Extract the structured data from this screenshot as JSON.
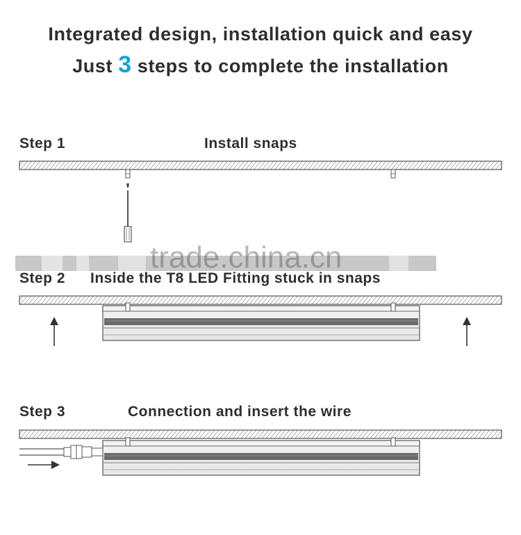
{
  "header": {
    "line1": "Integrated design, installation quick and easy",
    "line2_before": "Just ",
    "line2_number": "3",
    "line2_after": " steps to complete the installation"
  },
  "steps": [
    {
      "label": "Step 1",
      "title": "Install snaps"
    },
    {
      "label": "Step 2",
      "title": "Inside the T8 LED Fitting stuck in snaps"
    },
    {
      "label": "Step 3",
      "title": "Connection and insert the wire"
    }
  ],
  "watermark": "trade.china.cn",
  "colors": {
    "accent": "#1aa0d8",
    "text": "#2e2e2e",
    "line": "#555555"
  }
}
